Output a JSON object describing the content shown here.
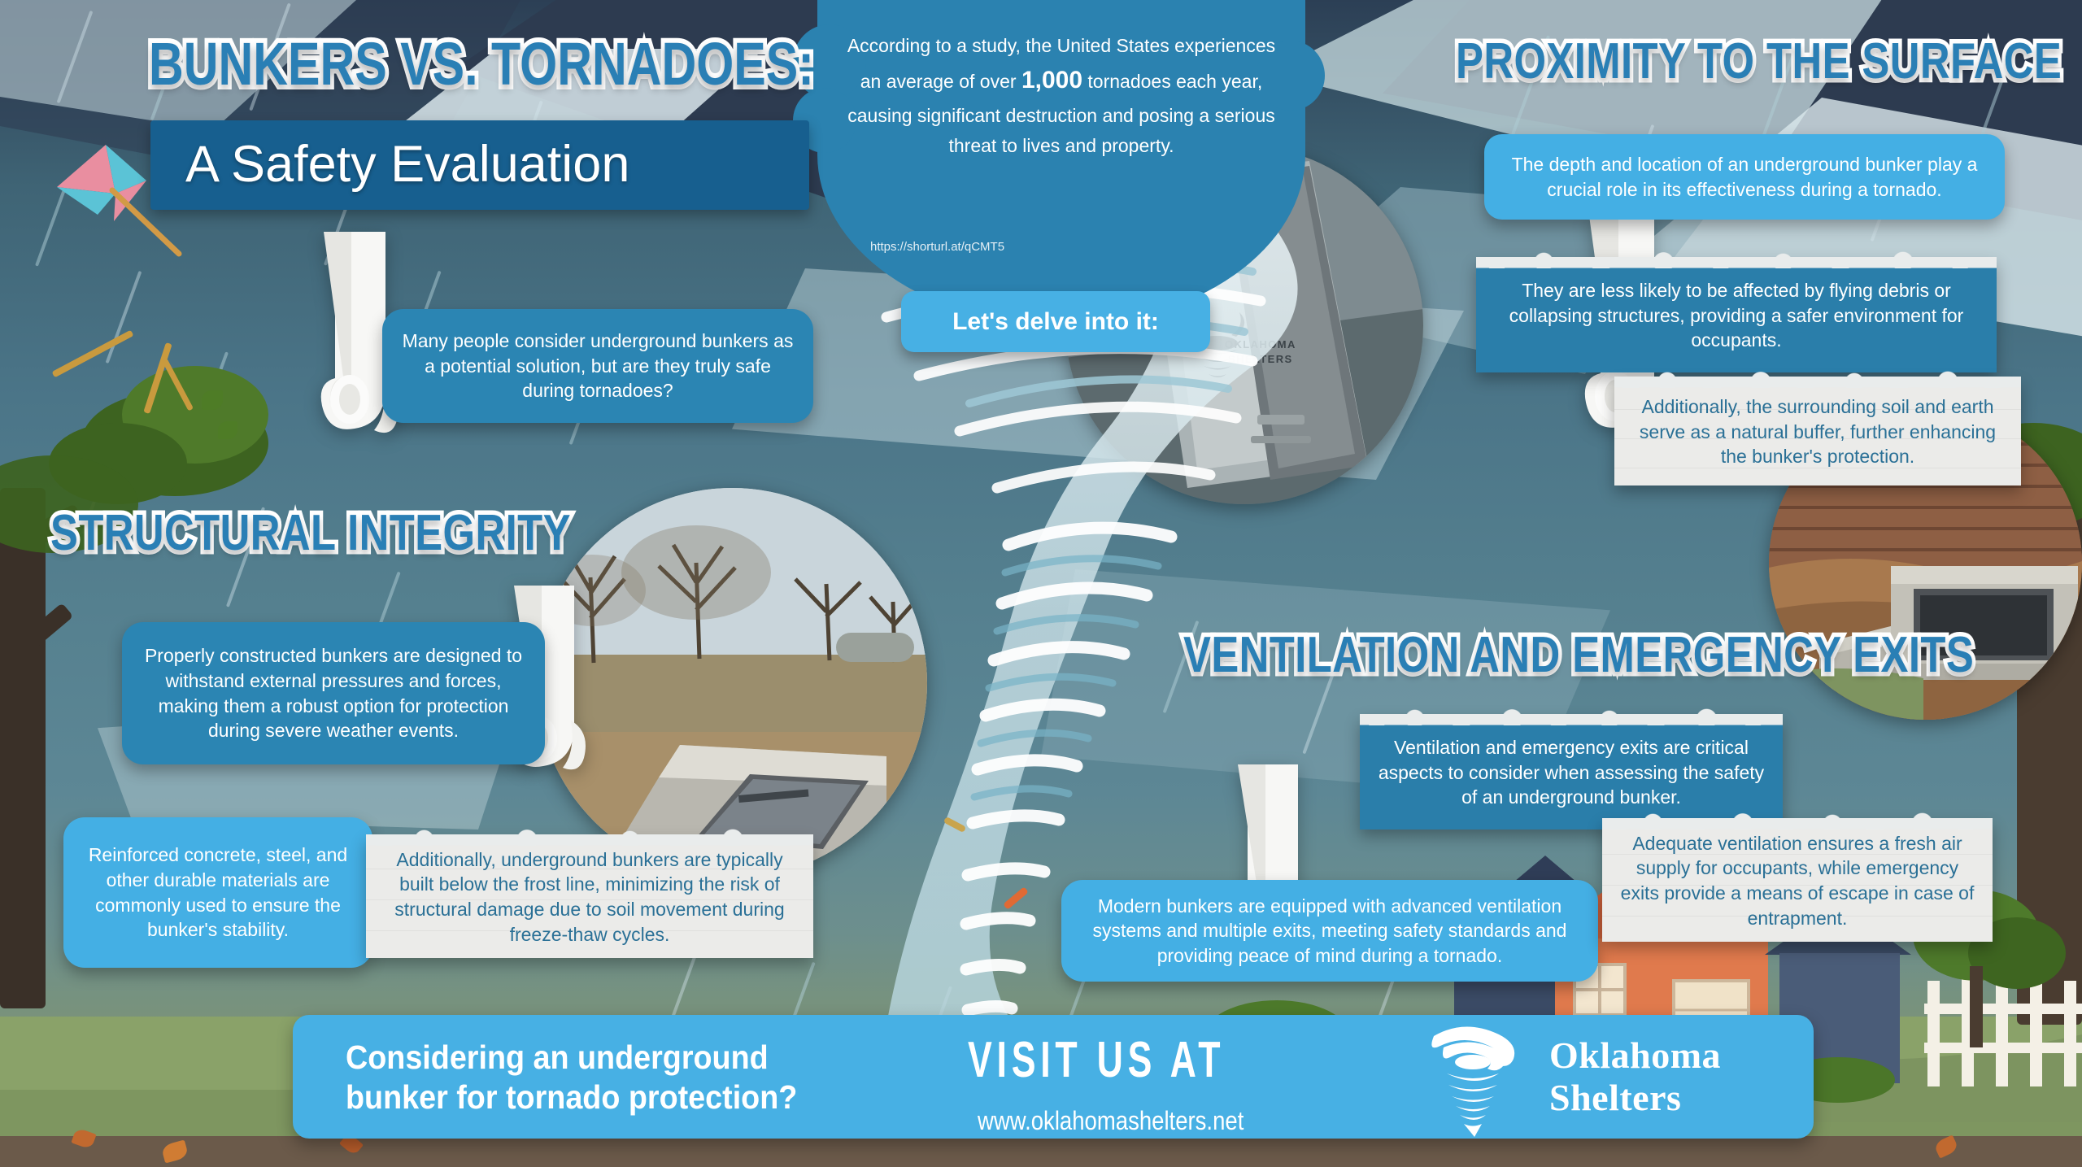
{
  "meta": {
    "accent_blue": "#2b85b3",
    "light_blue": "#44afe4",
    "paper_text_blue": "#2a7096",
    "heading_blue": "#2a7fb5",
    "title_bar_blue": "#175f8f"
  },
  "title": {
    "main": "BUNKERS VS. TORNADOES:",
    "sub": "A Safety Evaluation"
  },
  "intro": {
    "text_part1": "According to a study, the United States experiences an average of over ",
    "highlight": "1,000",
    "text_part2": " tornadoes each year, causing significant destruction and posing a serious threat to lives and property.",
    "source_url": "https://shorturl.at/qCMT5",
    "cta_button": "Let's delve into it:"
  },
  "sections": [
    {
      "id": "structural-integrity",
      "heading": "STRUCTURAL INTEGRITY",
      "cards": [
        {
          "style": "blue-d",
          "text": "Properly constructed bunkers are designed to withstand external pressures and forces, making them a robust option for protection during severe weather events."
        },
        {
          "style": "blue-l",
          "text": "Reinforced concrete, steel, and other durable materials are commonly used to ensure the bunker's stability."
        },
        {
          "style": "paper",
          "text": "Additionally, underground bunkers are typically built below the frost line, minimizing the risk of structural damage due to soil movement during freeze-thaw cycles."
        }
      ]
    },
    {
      "id": "proximity-to-the-surface",
      "heading": "PROXIMITY TO THE SURFACE",
      "cards": [
        {
          "style": "blue-l",
          "text": "The depth and location of an underground bunker play a crucial role in its effectiveness during a tornado."
        },
        {
          "style": "torn",
          "text": "They are less likely to be affected by flying debris or collapsing structures, providing a safer environment for occupants."
        },
        {
          "style": "paper",
          "text": "Additionally, the surrounding soil and earth serve as a natural buffer, further enhancing the bunker's protection."
        }
      ]
    },
    {
      "id": "ventilation-and-emergency-exits",
      "heading": "VENTILATION AND EMERGENCY EXITS",
      "cards": [
        {
          "style": "torn",
          "text": "Ventilation and emergency exits are critical aspects to consider when assessing the safety of an underground bunker."
        },
        {
          "style": "blue-l",
          "text": "Modern bunkers are equipped with advanced ventilation systems and multiple exits, meeting safety standards and providing peace of mind during a tornado."
        },
        {
          "style": "paper",
          "text": "Adequate ventilation ensures a fresh air supply for occupants, while emergency exits provide a means of escape in case of entrapment."
        }
      ]
    }
  ],
  "question_card": {
    "text": "Many people consider underground bunkers as a potential solution, but are they truly safe during tornadoes?"
  },
  "photos": {
    "bunker_door_label_line1": "OKLAHOMA",
    "bunker_door_label_line2": "SHELTERS"
  },
  "footer": {
    "cta_line1": "Considering an underground",
    "cta_line2": "bunker for tornado protection?",
    "visit_label": "VISIT US AT",
    "website": "www.oklahomashelters.net",
    "brand_line1": "Oklahoma",
    "brand_line2": "Shelters"
  }
}
